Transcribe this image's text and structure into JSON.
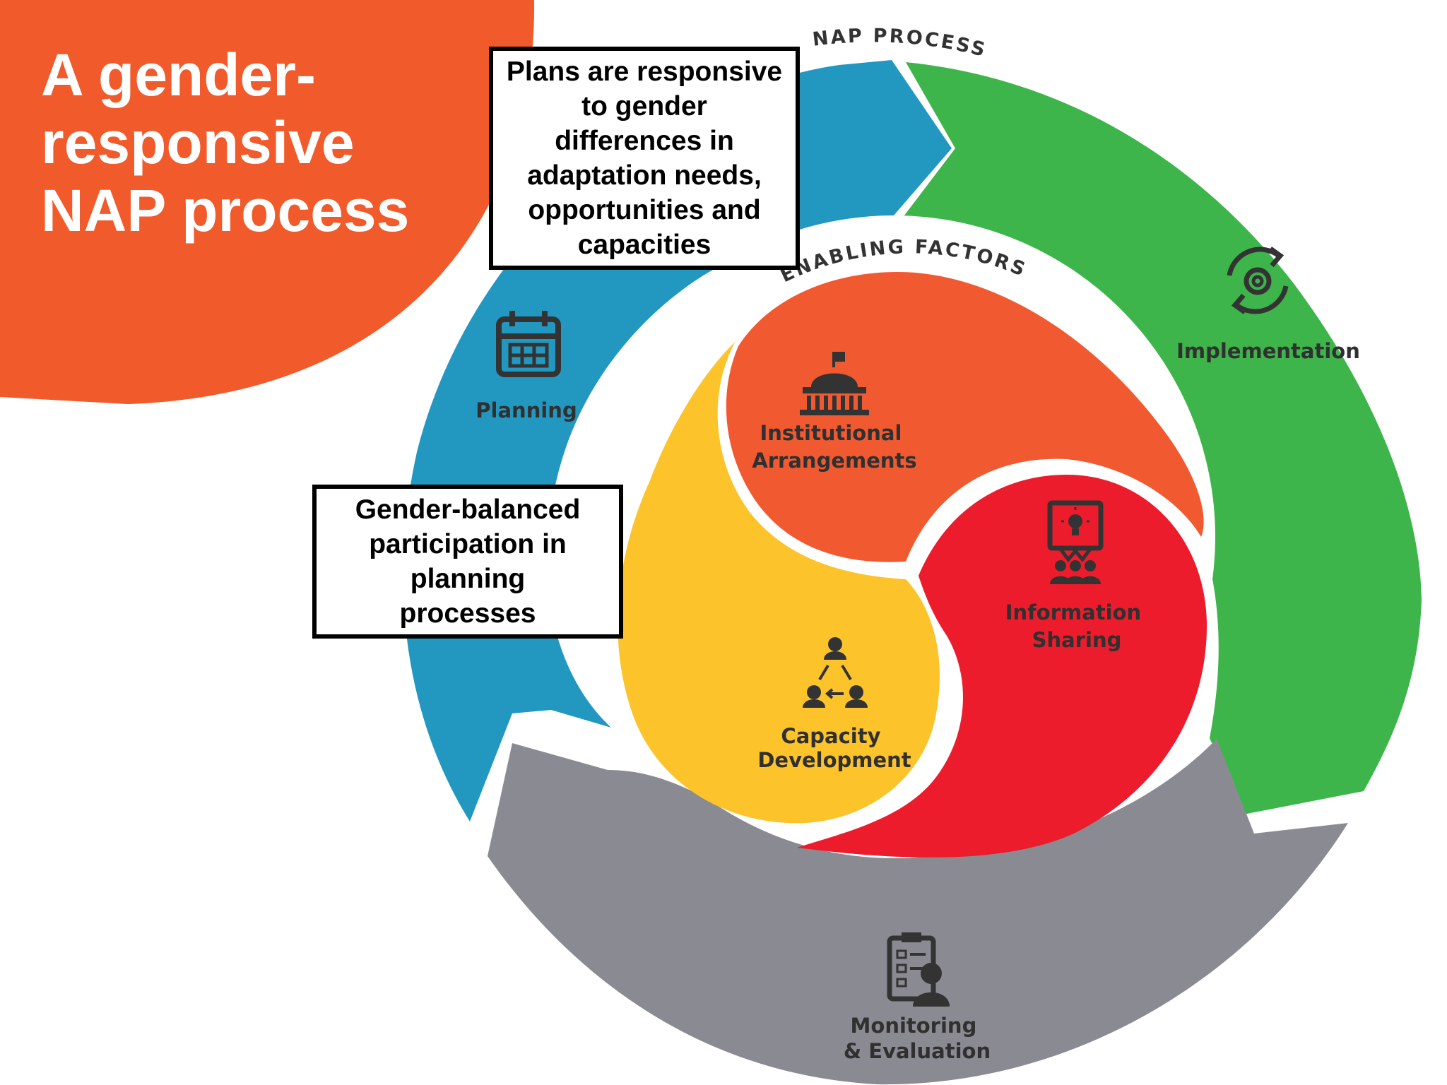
{
  "title": {
    "lines": [
      "A gender-",
      "responsive",
      "NAP process"
    ]
  },
  "ring_label": "NAP PROCESS",
  "inner_label": "ENABLING FACTORS",
  "process_stages": {
    "planning": "Planning",
    "implementation": "Implementation",
    "monitoring": {
      "lines": [
        "Monitoring",
        "& Evaluation"
      ]
    }
  },
  "enabling_factors": {
    "institutional": {
      "lines": [
        "Institutional",
        "Arrangements"
      ]
    },
    "information": {
      "lines": [
        "Information",
        "Sharing"
      ]
    },
    "capacity": {
      "lines": [
        "Capacity",
        "Development"
      ]
    }
  },
  "callouts": {
    "plans": {
      "lines": [
        "Plans are responsive",
        "to gender",
        "differences in",
        "adaptation needs,",
        "opportunities and",
        "capacities"
      ]
    },
    "participation": {
      "lines": [
        "Gender-balanced",
        "participation in",
        "planning",
        "processes"
      ]
    }
  },
  "colors": {
    "title_blob": "#f15a2b",
    "planning": "#2298c0",
    "implementation": "#3db54a",
    "monitoring": "#8a8b92",
    "institutional": "#f15a30",
    "information": "#ec1c2d",
    "capacity": "#fdc32a",
    "icon": "#333333"
  },
  "icons": {
    "planning": "calendar-icon",
    "implementation": "gear-cycle-icon",
    "monitoring": "checklist-person-icon",
    "institutional": "government-building-icon",
    "information": "presentation-lightbulb-icon",
    "capacity": "people-network-icon"
  }
}
